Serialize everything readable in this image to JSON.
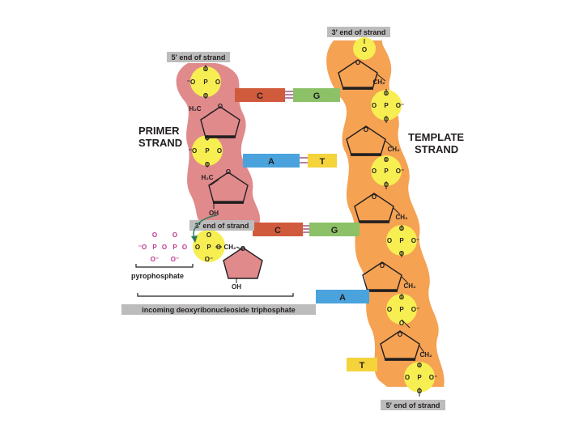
{
  "labels": {
    "template_3_end": "3′ end of strand",
    "primer_5_end": "5′ end of strand",
    "primer_3_end": "3′ end of strand",
    "template_5_end": "5′ end of strand",
    "primer_strand_line1": "PRIMER",
    "primer_strand_line2": "STRAND",
    "template_strand_line1": "TEMPLATE",
    "template_strand_line2": "STRAND",
    "pyrophosphate": "pyrophosphate",
    "incoming": "incoming deoxyribonucleoside triphosphate"
  },
  "base_pairs": [
    {
      "primer": "C",
      "template": "G"
    },
    {
      "primer": "A",
      "template": "T"
    },
    {
      "primer": "C",
      "template": "G"
    }
  ],
  "unpaired_template_bases": [
    "A",
    "T"
  ],
  "atoms": {
    "O": "O",
    "P": "P",
    "O_minus": "O⁻",
    "minus_O": "⁻O",
    "CH2": "CH₂",
    "H2C": "H₂C",
    "OH": "OH"
  },
  "colors": {
    "primer_strand": "#e08a8c",
    "template_strand": "#f5a253",
    "phosphate": "#f7ee52",
    "pyrophosphate_atoms": "#c2388f",
    "label_box": "#bdbcbc",
    "C": "#d05a3c",
    "G": "#8cc168",
    "A": "#4aa3dc",
    "T": "#f5d33b",
    "sugar_ring": "#231f20",
    "arrow": "#2f7a5c"
  }
}
